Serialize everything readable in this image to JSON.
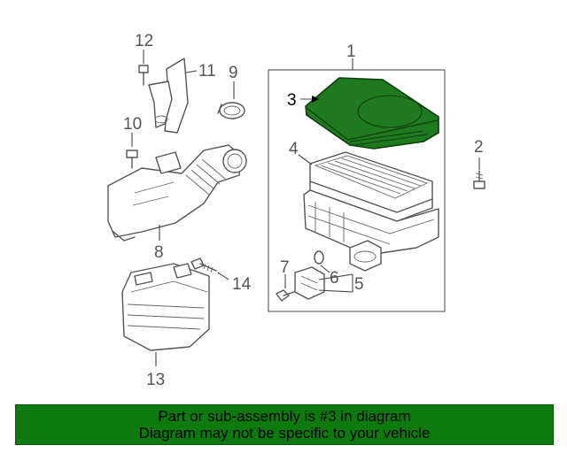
{
  "diagram": {
    "callouts": {
      "c1": "1",
      "c2": "2",
      "c3": "3",
      "c4": "4",
      "c5": "5",
      "c6": "6",
      "c7": "7",
      "c8": "8",
      "c9": "9",
      "c10": "10",
      "c11": "11",
      "c12": "12",
      "c13": "13",
      "c14": "14"
    },
    "highlighted_part": "3",
    "highlight_color": "#1f7a1f"
  },
  "banner": {
    "line1": "Part or sub-assembly is #3 in diagram",
    "line2": "Diagram may not be specific to your vehicle",
    "background_color": "#0c7a0c"
  }
}
